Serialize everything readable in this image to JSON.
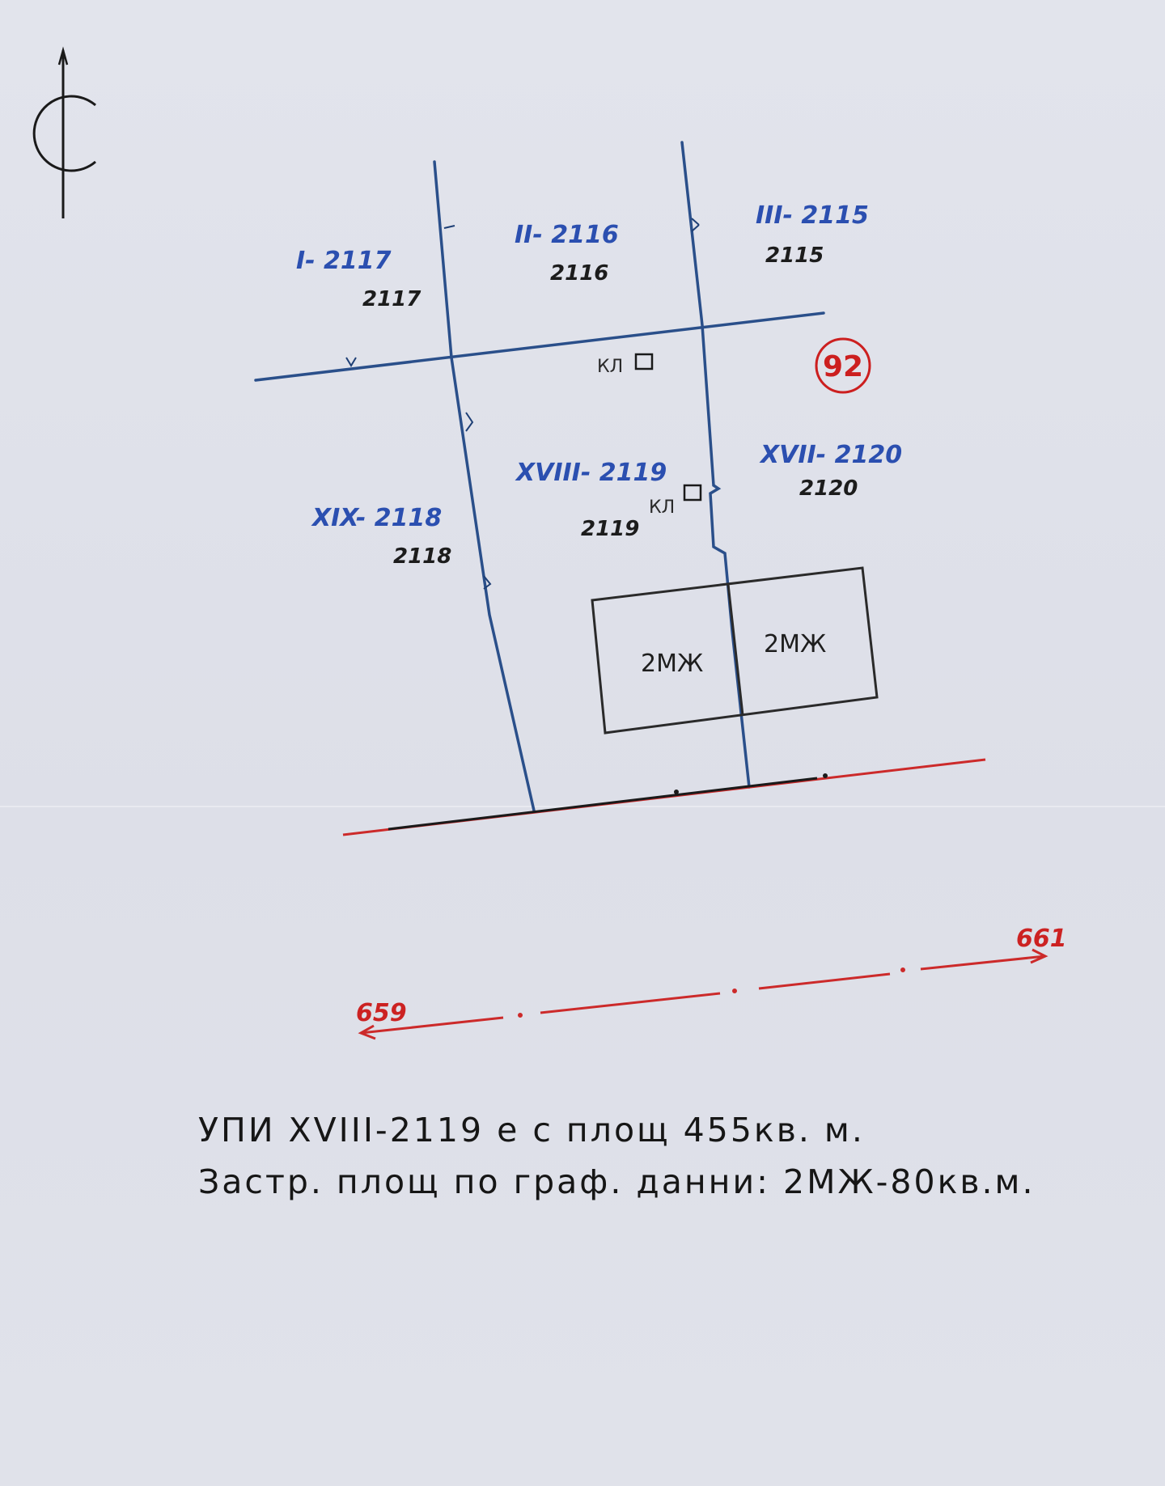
{
  "block_number": "92",
  "lots": [
    {
      "name": "I- 2117",
      "number": "2117"
    },
    {
      "name": "II- 2116",
      "number": "2116"
    },
    {
      "name": "III- 2115",
      "number": "2115"
    },
    {
      "name": "XIX- 2118",
      "number": "2118"
    },
    {
      "name": "XVIII- 2119",
      "number": "2119"
    },
    {
      "name": "XVII- 2120",
      "number": "2120"
    }
  ],
  "markers": {
    "kl_1": "КЛ",
    "kl_2": "КЛ"
  },
  "buildings": [
    "2МЖ",
    "2МЖ"
  ],
  "street_points": {
    "left": "659",
    "right": "661"
  },
  "notes": [
    "УПИ XVIII-2119 е с площ 455кв. м.",
    "Застр. площ по граф. данни: 2МЖ-80кв.м."
  ],
  "colors": {
    "boundary": "#2a4f8a",
    "street": "#cc2a2a",
    "lot_label": "#2b4fb0",
    "number": "#1c1c1c",
    "block_circle": "#cc1f1f"
  }
}
